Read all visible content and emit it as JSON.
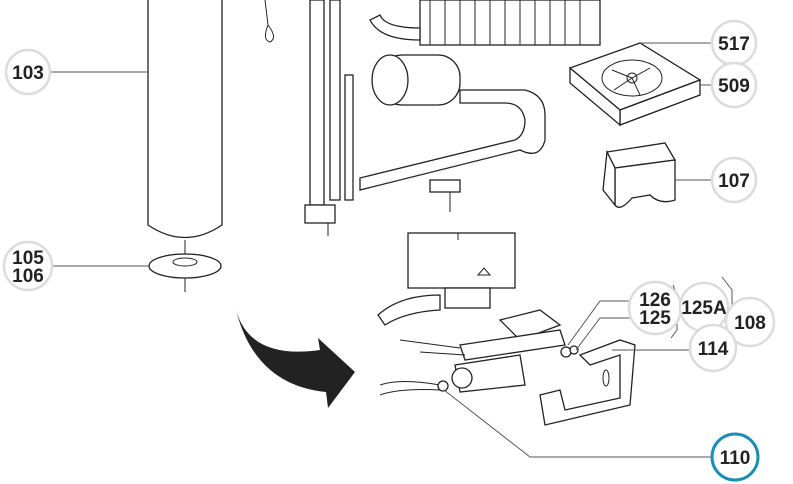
{
  "diagram": {
    "callouts": [
      {
        "id": "103",
        "label": "103",
        "highlighted": false
      },
      {
        "id": "105",
        "label": "105",
        "highlighted": false
      },
      {
        "id": "106",
        "label": "106",
        "highlighted": false
      },
      {
        "id": "517",
        "label": "517",
        "highlighted": false
      },
      {
        "id": "509",
        "label": "509",
        "highlighted": false
      },
      {
        "id": "107",
        "label": "107",
        "highlighted": false
      },
      {
        "id": "126",
        "label": "126",
        "highlighted": false
      },
      {
        "id": "125",
        "label": "125",
        "highlighted": false
      },
      {
        "id": "125A",
        "label": "125A",
        "highlighted": false
      },
      {
        "id": "108",
        "label": "108",
        "highlighted": false
      },
      {
        "id": "114",
        "label": "114",
        "highlighted": false
      },
      {
        "id": "110",
        "label": "110",
        "highlighted": true
      }
    ],
    "colors": {
      "highlight": "#1b8fb3",
      "ring": "#dcdcdc",
      "ink": "#222222"
    }
  }
}
